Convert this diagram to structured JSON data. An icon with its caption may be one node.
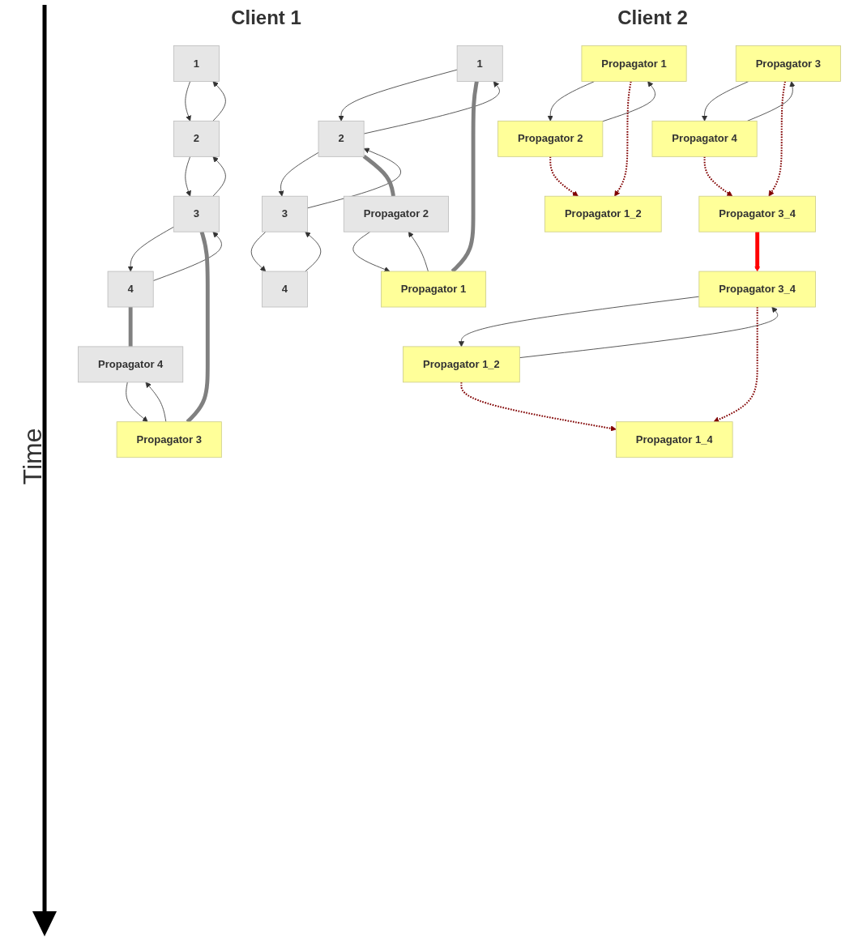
{
  "diagram": {
    "nodes": [
      {
        "text": [
          "1"
        ]
      },
      {
        "text": [
          "2"
        ]
      },
      {
        "text": [
          "3"
        ]
      },
      {
        "text": [
          "4"
        ]
      },
      {
        "text": [
          "1"
        ]
      },
      {
        "text": [
          "2"
        ]
      },
      {
        "text": [
          "3"
        ]
      },
      {
        "text": [
          "4"
        ]
      },
      {
        "text": [
          "Propagator 1"
        ]
      },
      {
        "text": [
          "Propagator 2"
        ]
      },
      {
        "text": [
          "Propagator 3"
        ]
      },
      {
        "text": [
          "Propagator 4"
        ]
      },
      {
        "text": [
          "Propagator 1"
        ]
      },
      {
        "text": [
          "Propagator 2"
        ]
      },
      {
        "text": [
          "Propagator 3"
        ]
      },
      {
        "text": [
          "Propagator 4"
        ]
      },
      {
        "text": [
          "Propagator 1_2"
        ]
      },
      {
        "text": [
          "Propagator 3_4"
        ]
      },
      {
        "text": [
          "Propagator 1_2"
        ]
      },
      {
        "text": [
          "Propagator 3_4"
        ]
      },
      {
        "text": [
          "Propagator 1_4"
        ]
      }
    ],
    "edges": [
      {
        "from": 0,
        "to": 1,
        "arrow": "to"
      },
      {
        "from": 1,
        "to": 0,
        "arrow": "to"
      },
      {
        "from": 1,
        "to": 2,
        "arrow": "to"
      },
      {
        "from": 2,
        "to": 1,
        "arrow": "to"
      },
      {
        "from": 2,
        "to": 3,
        "arrow": "to"
      },
      {
        "from": 3,
        "to": 2,
        "arrow": "to"
      },
      {
        "from": 4,
        "to": 5,
        "arrow": "to"
      },
      {
        "from": 5,
        "to": 4,
        "arrow": "to"
      },
      {
        "from": 5,
        "to": 6,
        "arrow": "to"
      },
      {
        "from": 6,
        "to": 5,
        "arrow": "to"
      },
      {
        "from": 6,
        "to": 7,
        "arrow": "to"
      },
      {
        "from": 7,
        "to": 6,
        "arrow": "to"
      },
      {
        "from": 8,
        "to": 9,
        "arrow": "to"
      },
      {
        "from": 9,
        "to": 8,
        "arrow": "to"
      },
      {
        "from": 10,
        "to": 11,
        "arrow": "to"
      },
      {
        "from": 11,
        "to": 10,
        "arrow": "to"
      },
      {
        "from": 0,
        "to": 8,
        "arrow": "none",
        "style": "thick",
        "color": "#808080"
      },
      {
        "from": 1,
        "to": 9,
        "arrow": "none",
        "style": "thick",
        "color": "#808080"
      },
      {
        "from": 6,
        "to": 10,
        "arrow": "none",
        "style": "thick",
        "color": "#808080"
      },
      {
        "from": 7,
        "to": 11,
        "arrow": "none",
        "style": "thick",
        "color": "#808080"
      },
      {
        "from": 12,
        "to": 13,
        "arrow": "to"
      },
      {
        "from": 13,
        "to": 12,
        "arrow": "to"
      },
      {
        "from": 14,
        "to": 15,
        "arrow": "to"
      },
      {
        "from": 15,
        "to": 14,
        "arrow": "to"
      },
      {
        "from": 12,
        "to": 16,
        "arrow": "to",
        "style": "dashed",
        "color": "#800000"
      },
      {
        "from": 13,
        "to": 16,
        "arrow": "to",
        "style": "dashed",
        "color": "#800000"
      },
      {
        "from": 14,
        "to": 17,
        "arrow": "to",
        "style": "dashed",
        "color": "#800000"
      },
      {
        "from": 15,
        "to": 17,
        "arrow": "to",
        "style": "dashed",
        "color": "#800000"
      },
      {
        "from": 17,
        "to": 19,
        "arrow": "to",
        "style": "thick",
        "color": "#ff0000"
      },
      {
        "from": 18,
        "to": 19,
        "arrow": "to"
      },
      {
        "from": 19,
        "to": 18,
        "arrow": "to"
      },
      {
        "from": 18,
        "to": 20,
        "arrow": "to",
        "style": "dashed",
        "color": "#800000"
      },
      {
        "from": 19,
        "to": 20,
        "arrow": "to",
        "style": "dashed",
        "color": "#800000"
      }
    ],
    "labels": [
      "Client 1",
      "Client 2",
      "Time"
    ]
  }
}
